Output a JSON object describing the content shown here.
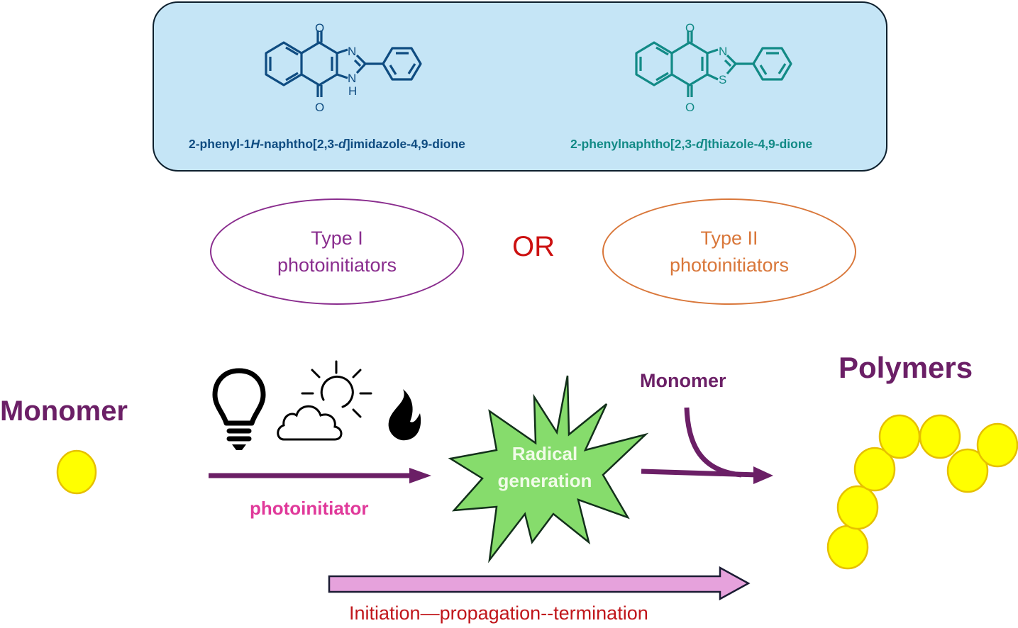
{
  "compounds": [
    {
      "name_parts": [
        "2-phenyl-1",
        "H",
        "-naphtho[2,3-",
        "d",
        "]imidazole-4,9-dione"
      ],
      "heteroatoms": {
        "top": "N",
        "bottom": "N",
        "bottom_h": "H"
      },
      "oxygen_labels": [
        "O",
        "O"
      ],
      "color": "#0f4c81"
    },
    {
      "name_parts": [
        "2-phenylnaphtho[2,3-",
        "d",
        "]thiazole-4,9-dione"
      ],
      "heteroatoms": {
        "top": "N",
        "bottom": "S"
      },
      "oxygen_labels": [
        "O",
        "O"
      ],
      "color": "#128a86"
    }
  ],
  "photoinitiator_types": [
    {
      "line1": "Type I",
      "line2": "photoinitiators",
      "color": "#8a2d8e"
    },
    {
      "line1": "Type II",
      "line2": "photoinitiators",
      "color": "#d9773a"
    }
  ],
  "or_label": "OR",
  "or_color": "#cc1111",
  "process": {
    "monomer_label": "Monomer",
    "energy_sources": [
      "light-bulb-icon",
      "sun-cloud-icon",
      "flame-icon"
    ],
    "arrow_label": "photoinitiator",
    "arrow_label_color": "#e0399a",
    "radical_label_line1": "Radical",
    "radical_label_line2": "generation",
    "radical_color": "#86dc6c",
    "monomer_addition_label": "Monomer",
    "polymers_label": "Polymers",
    "polymer_bead_count": 7,
    "stage_label": "Initiation—propagation--termination",
    "stage_label_color": "#c0161b",
    "stage_arrow_color": "#e6a2dc"
  },
  "colors": {
    "purple": "#6b1f66",
    "bead_fill": "#ffff00",
    "bead_stroke": "#e6c000"
  }
}
